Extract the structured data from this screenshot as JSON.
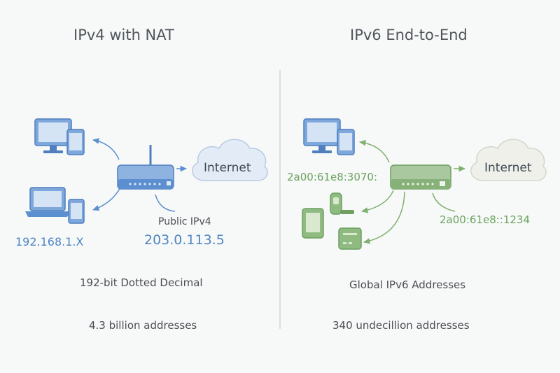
{
  "ipv4": {
    "title": "IPv4 with NAT",
    "internet_label": "Internet",
    "public_label": "Public IPv4",
    "public_address": "203.0.113.5",
    "private_address": "192.168.1.X",
    "format": "192-bit Dotted Decimal",
    "capacity": "4.3 billion addresses",
    "color": "#5b8fd0"
  },
  "ipv6": {
    "title": "IPv6 End-to-End",
    "internet_label": "Internet",
    "prefix_address": "2a00:61e8:3070:",
    "host_address": "2a00:61e8::1234",
    "format": "Global IPv6 Addresses",
    "capacity": "340 undecillion addresses",
    "color": "#7fb06f"
  },
  "icons": [
    "desktop-icon",
    "phone-icon",
    "laptop-icon",
    "router-icon",
    "cloud-icon",
    "tablet-icon",
    "smart-speaker-icon",
    "iot-box-icon"
  ]
}
